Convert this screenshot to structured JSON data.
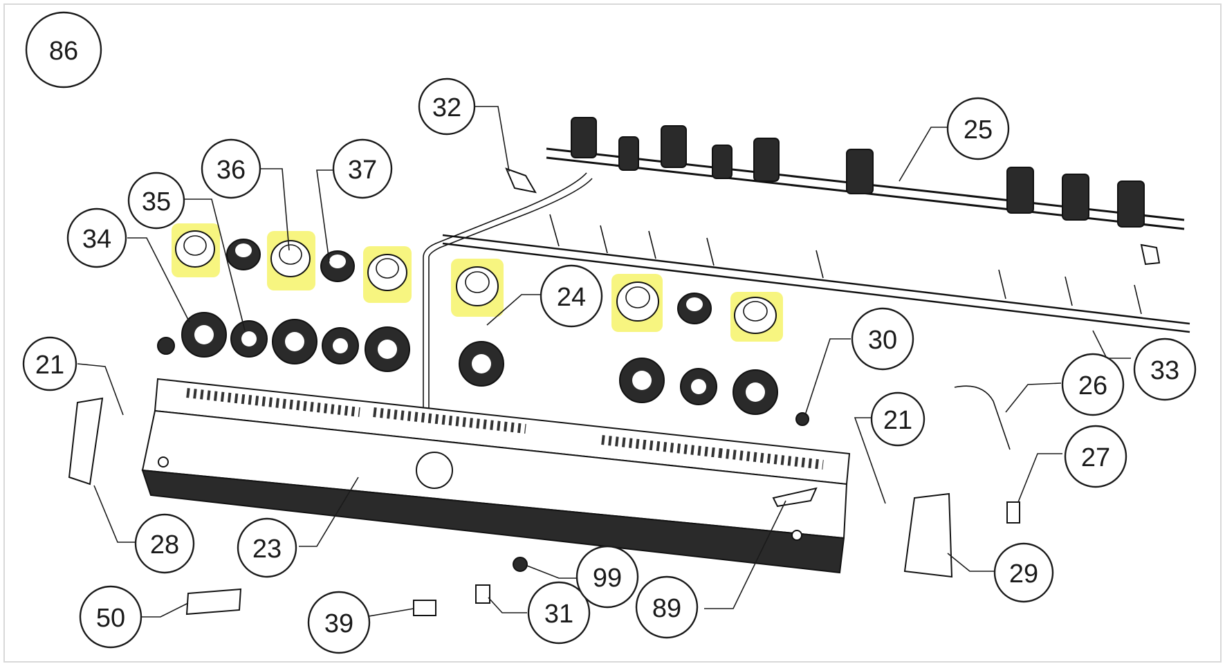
{
  "diagram": {
    "page_number": "86",
    "highlight_color": "#f6f36a",
    "line_color": "#1a1a1a",
    "callouts": [
      "21",
      "21",
      "23",
      "24",
      "25",
      "26",
      "27",
      "28",
      "29",
      "30",
      "31",
      "32",
      "33",
      "34",
      "35",
      "36",
      "37",
      "39",
      "50",
      "89",
      "99"
    ]
  }
}
